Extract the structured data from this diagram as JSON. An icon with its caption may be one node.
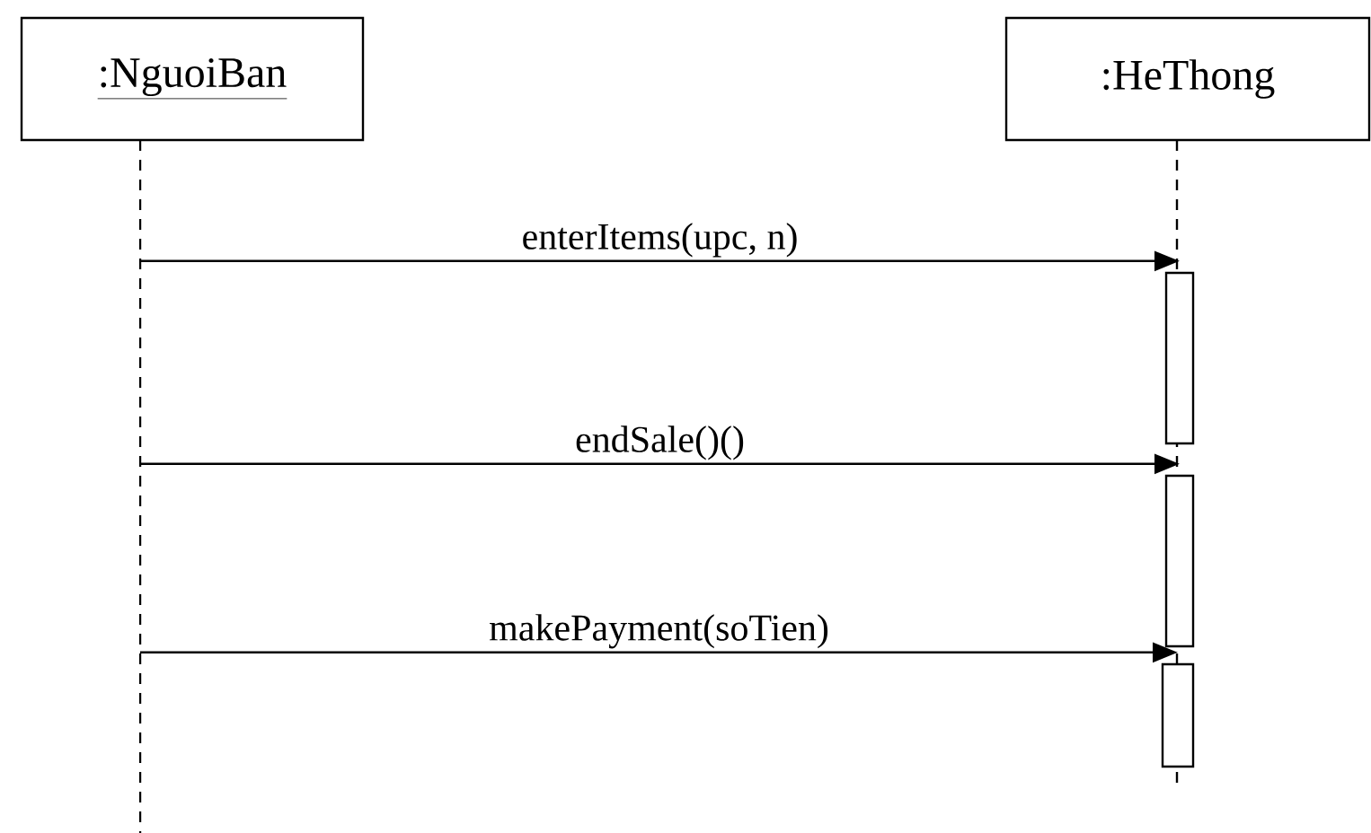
{
  "diagram": {
    "nodes": [
      {
        "text": [
          ":NguoiBan"
        ]
      },
      {
        "text": [
          ":HeThong"
        ]
      },
      {
        "text": [],
        "shape": "bar"
      },
      {
        "text": [],
        "shape": "bar"
      },
      {
        "text": [],
        "shape": "bar"
      }
    ],
    "edges": [
      {
        "from": null,
        "to": 2,
        "arrow": "to",
        "label": "enterItems(upc, n)"
      },
      {
        "from": null,
        "to": 3,
        "arrow": "to",
        "label": "endSale()()"
      },
      {
        "from": null,
        "to": 4,
        "arrow": "to",
        "label": "makePayment(soTien)"
      }
    ]
  }
}
